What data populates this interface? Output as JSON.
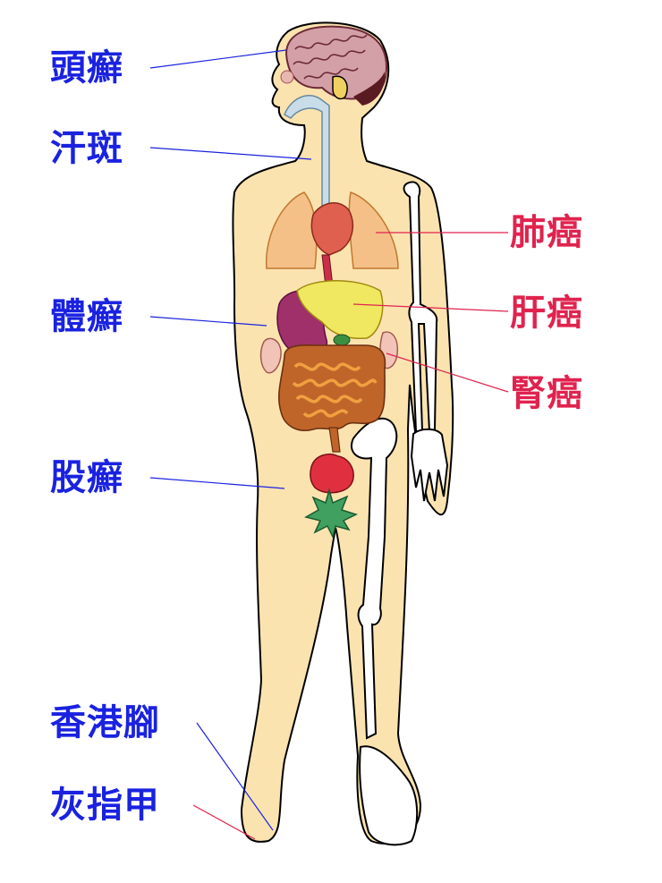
{
  "labels": {
    "tinea_capitis": "頭癬",
    "tinea_versicolor": "汗斑",
    "tinea_corporis": "體癬",
    "tinea_cruris": "股癬",
    "tinea_pedis": "香港腳",
    "onychomycosis": "灰指甲",
    "lung_cancer": "肺癌",
    "liver_cancer": "肝癌",
    "kidney_cancer": "腎癌"
  },
  "colors": {
    "skin_labels": "#1a22e0",
    "cancer_labels": "#e0234e",
    "body": "#fbe3b0",
    "outline": "#000000"
  }
}
